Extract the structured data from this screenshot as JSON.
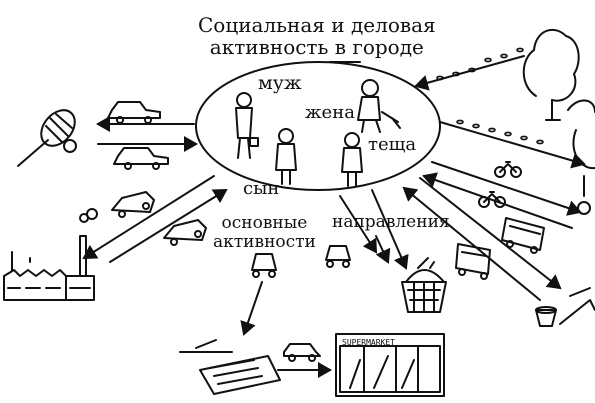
{
  "title": {
    "line1": "Социальная и деловая",
    "line2": "активность в городе"
  },
  "people": {
    "husband": "муж",
    "wife": "жена",
    "mother_in_law": "теща",
    "son": "сын"
  },
  "caption": {
    "left_line1": "основные",
    "left_line2": "активности",
    "right": "направления"
  },
  "store_sign": "SUPERMARKET"
}
